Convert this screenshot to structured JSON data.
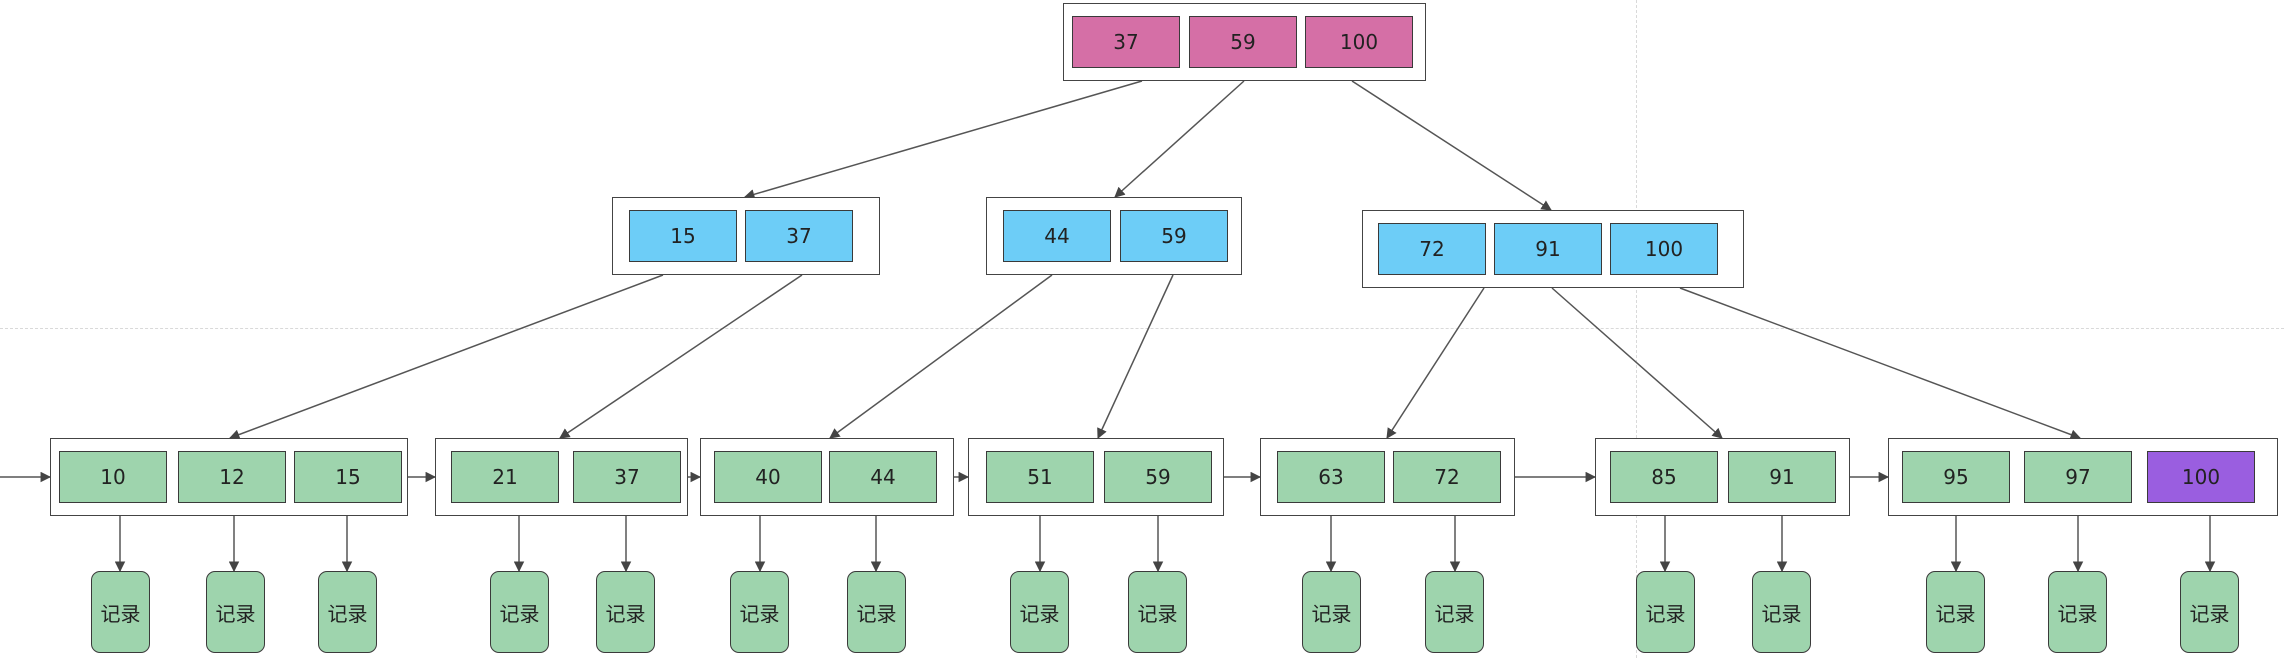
{
  "colors": {
    "root": "#d56fa6",
    "internal": "#6dcdf7",
    "leaf": "#9ed4ad",
    "highlight": "#9a5ee0",
    "edge": "#555555"
  },
  "root": {
    "keys": [
      "37",
      "59",
      "100"
    ]
  },
  "internal": [
    {
      "keys": [
        "15",
        "37"
      ]
    },
    {
      "keys": [
        "44",
        "59"
      ]
    },
    {
      "keys": [
        "72",
        "91",
        "100"
      ]
    }
  ],
  "leaves": [
    {
      "keys": [
        "10",
        "12",
        "15"
      ]
    },
    {
      "keys": [
        "21",
        "37"
      ]
    },
    {
      "keys": [
        "40",
        "44"
      ]
    },
    {
      "keys": [
        "51",
        "59"
      ]
    },
    {
      "keys": [
        "63",
        "72"
      ]
    },
    {
      "keys": [
        "85",
        "91"
      ]
    },
    {
      "keys": [
        "95",
        "97",
        "100"
      ],
      "highlight_key": "100"
    }
  ],
  "record_label": "记录"
}
